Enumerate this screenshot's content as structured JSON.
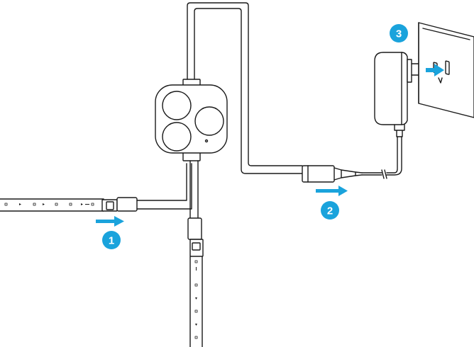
{
  "colors": {
    "accent": "#1aa3dc",
    "line": "#1a1a1a",
    "background": "#ffffff"
  },
  "steps": [
    {
      "number": "1",
      "target": "light-strip-connector"
    },
    {
      "number": "2",
      "target": "power-plug"
    },
    {
      "number": "3",
      "target": "wall-outlet"
    }
  ]
}
